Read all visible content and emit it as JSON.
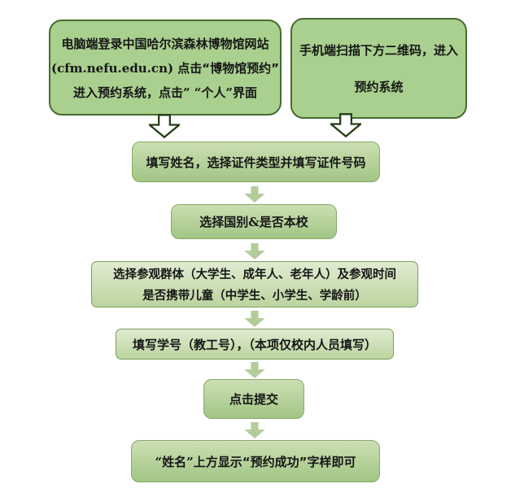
{
  "colors": {
    "top_box_fill": "#a9d08e",
    "top_box_border": "#466c30",
    "mid_box_fill_top": "#cbdfb2",
    "mid_box_fill_bottom": "#a2c585",
    "light_box_fill_top": "#e0ebd1",
    "light_box_fill_bottom": "#bcd49f",
    "big_arrow_fill": "#ffffff",
    "big_arrow_stroke": "#243d18",
    "small_arrow_fill": "#aac78f",
    "text": "#161616"
  },
  "icons": {
    "big_down_arrow": "hollow-block-arrow-down",
    "small_down_arrow": "solid-block-arrow-down"
  },
  "flow": {
    "box_pc": {
      "line1": "电脑端登录中国哈尔滨森林博物馆网站",
      "line2_prefix": "(cfm.nefu.edu.cn) 点击",
      "line2_bold": "“博物馆预约”",
      "line3": "进入预约系统，点击” “个人”界面"
    },
    "box_phone": {
      "line1": "手机端扫描下方二维码，进入",
      "line2": "预约系统"
    },
    "box_fill_name": {
      "text": "填写姓名，选择证件类型并填写证件号码"
    },
    "box_nationality": {
      "text": "选择国别&是否本校"
    },
    "box_group": {
      "line1": "选择参观群体（大学生、成年人、老年人）及参观时间",
      "line2": "是否携带儿童（中学生、小学生、学龄前）"
    },
    "box_student_id": {
      "text": "填写学号（教工号），（本项仅校内人员填写）"
    },
    "box_submit": {
      "text": "点击提交"
    },
    "box_success": {
      "prefix": "“姓名”上方显示",
      "bold": "“预约成功”",
      "suffix": "字样即可"
    }
  }
}
